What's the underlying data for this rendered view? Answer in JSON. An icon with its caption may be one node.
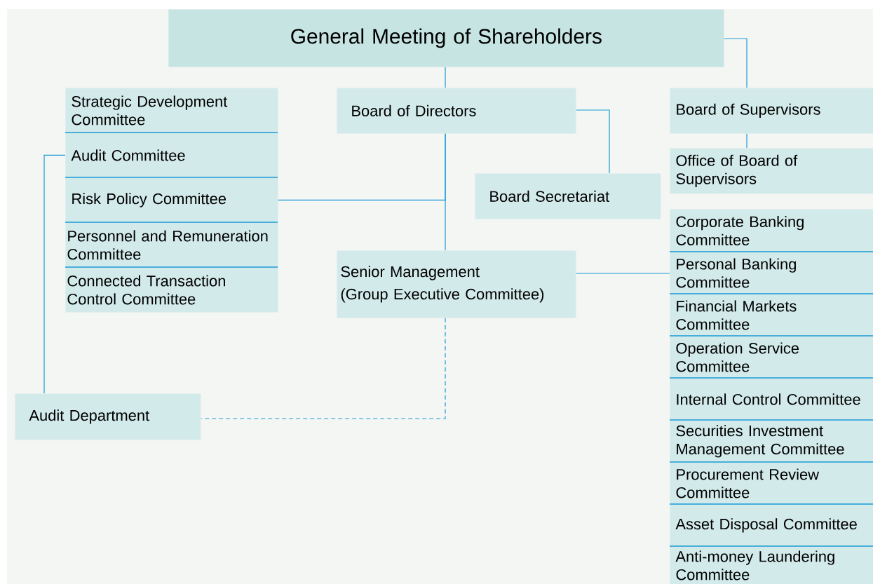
{
  "diagram": {
    "nodes": [
      {
        "text": [
          "General Meeting of Shareholders"
        ]
      },
      {
        "text": [
          "Strategic Development Committee"
        ]
      },
      {
        "text": [
          "Audit Committee"
        ]
      },
      {
        "text": [
          "Risk Policy Committee"
        ]
      },
      {
        "text": [
          "Personnel and Remuneration Committee"
        ]
      },
      {
        "text": [
          "Connected Transaction Control Committee"
        ]
      },
      {
        "text": [
          "Board of Directors"
        ]
      },
      {
        "text": [
          "Board of Supervisors"
        ]
      },
      {
        "text": [
          "Office of Board of Supervisors"
        ]
      },
      {
        "text": [
          "Board Secretariat"
        ]
      },
      {
        "text": [
          "Senior Management",
          "(Group Executive Committee)"
        ]
      },
      {
        "text": [
          "Audit Department"
        ]
      },
      {
        "text": [
          "Corporate Banking Committee"
        ]
      },
      {
        "text": [
          "Personal Banking Committee"
        ]
      },
      {
        "text": [
          "Financial Markets Committee"
        ]
      },
      {
        "text": [
          "Operation Service Committee"
        ]
      },
      {
        "text": [
          "Internal Control Committee"
        ]
      },
      {
        "text": [
          "Securities Investment Management Committee"
        ]
      },
      {
        "text": [
          "Procurement Review Committee"
        ]
      },
      {
        "text": [
          "Asset Disposal Committee"
        ]
      },
      {
        "text": [
          "Anti-money Laundering Committee"
        ]
      }
    ],
    "edges": [
      {
        "from": 0,
        "to": 6,
        "arrow": "none"
      },
      {
        "from": 0,
        "to": 7,
        "arrow": "none"
      },
      {
        "from": 6,
        "to": 10,
        "arrow": "none"
      },
      {
        "from": 3,
        "to": 6,
        "arrow": "none"
      },
      {
        "from": 6,
        "to": 9,
        "arrow": "none"
      },
      {
        "from": 7,
        "to": 8,
        "arrow": "none"
      },
      {
        "from": 10,
        "to": 13,
        "arrow": "none"
      },
      {
        "from": 2,
        "to": 11,
        "arrow": "none"
      },
      {
        "from": 10,
        "to": 11,
        "arrow": "none",
        "style": "dashed"
      }
    ]
  }
}
